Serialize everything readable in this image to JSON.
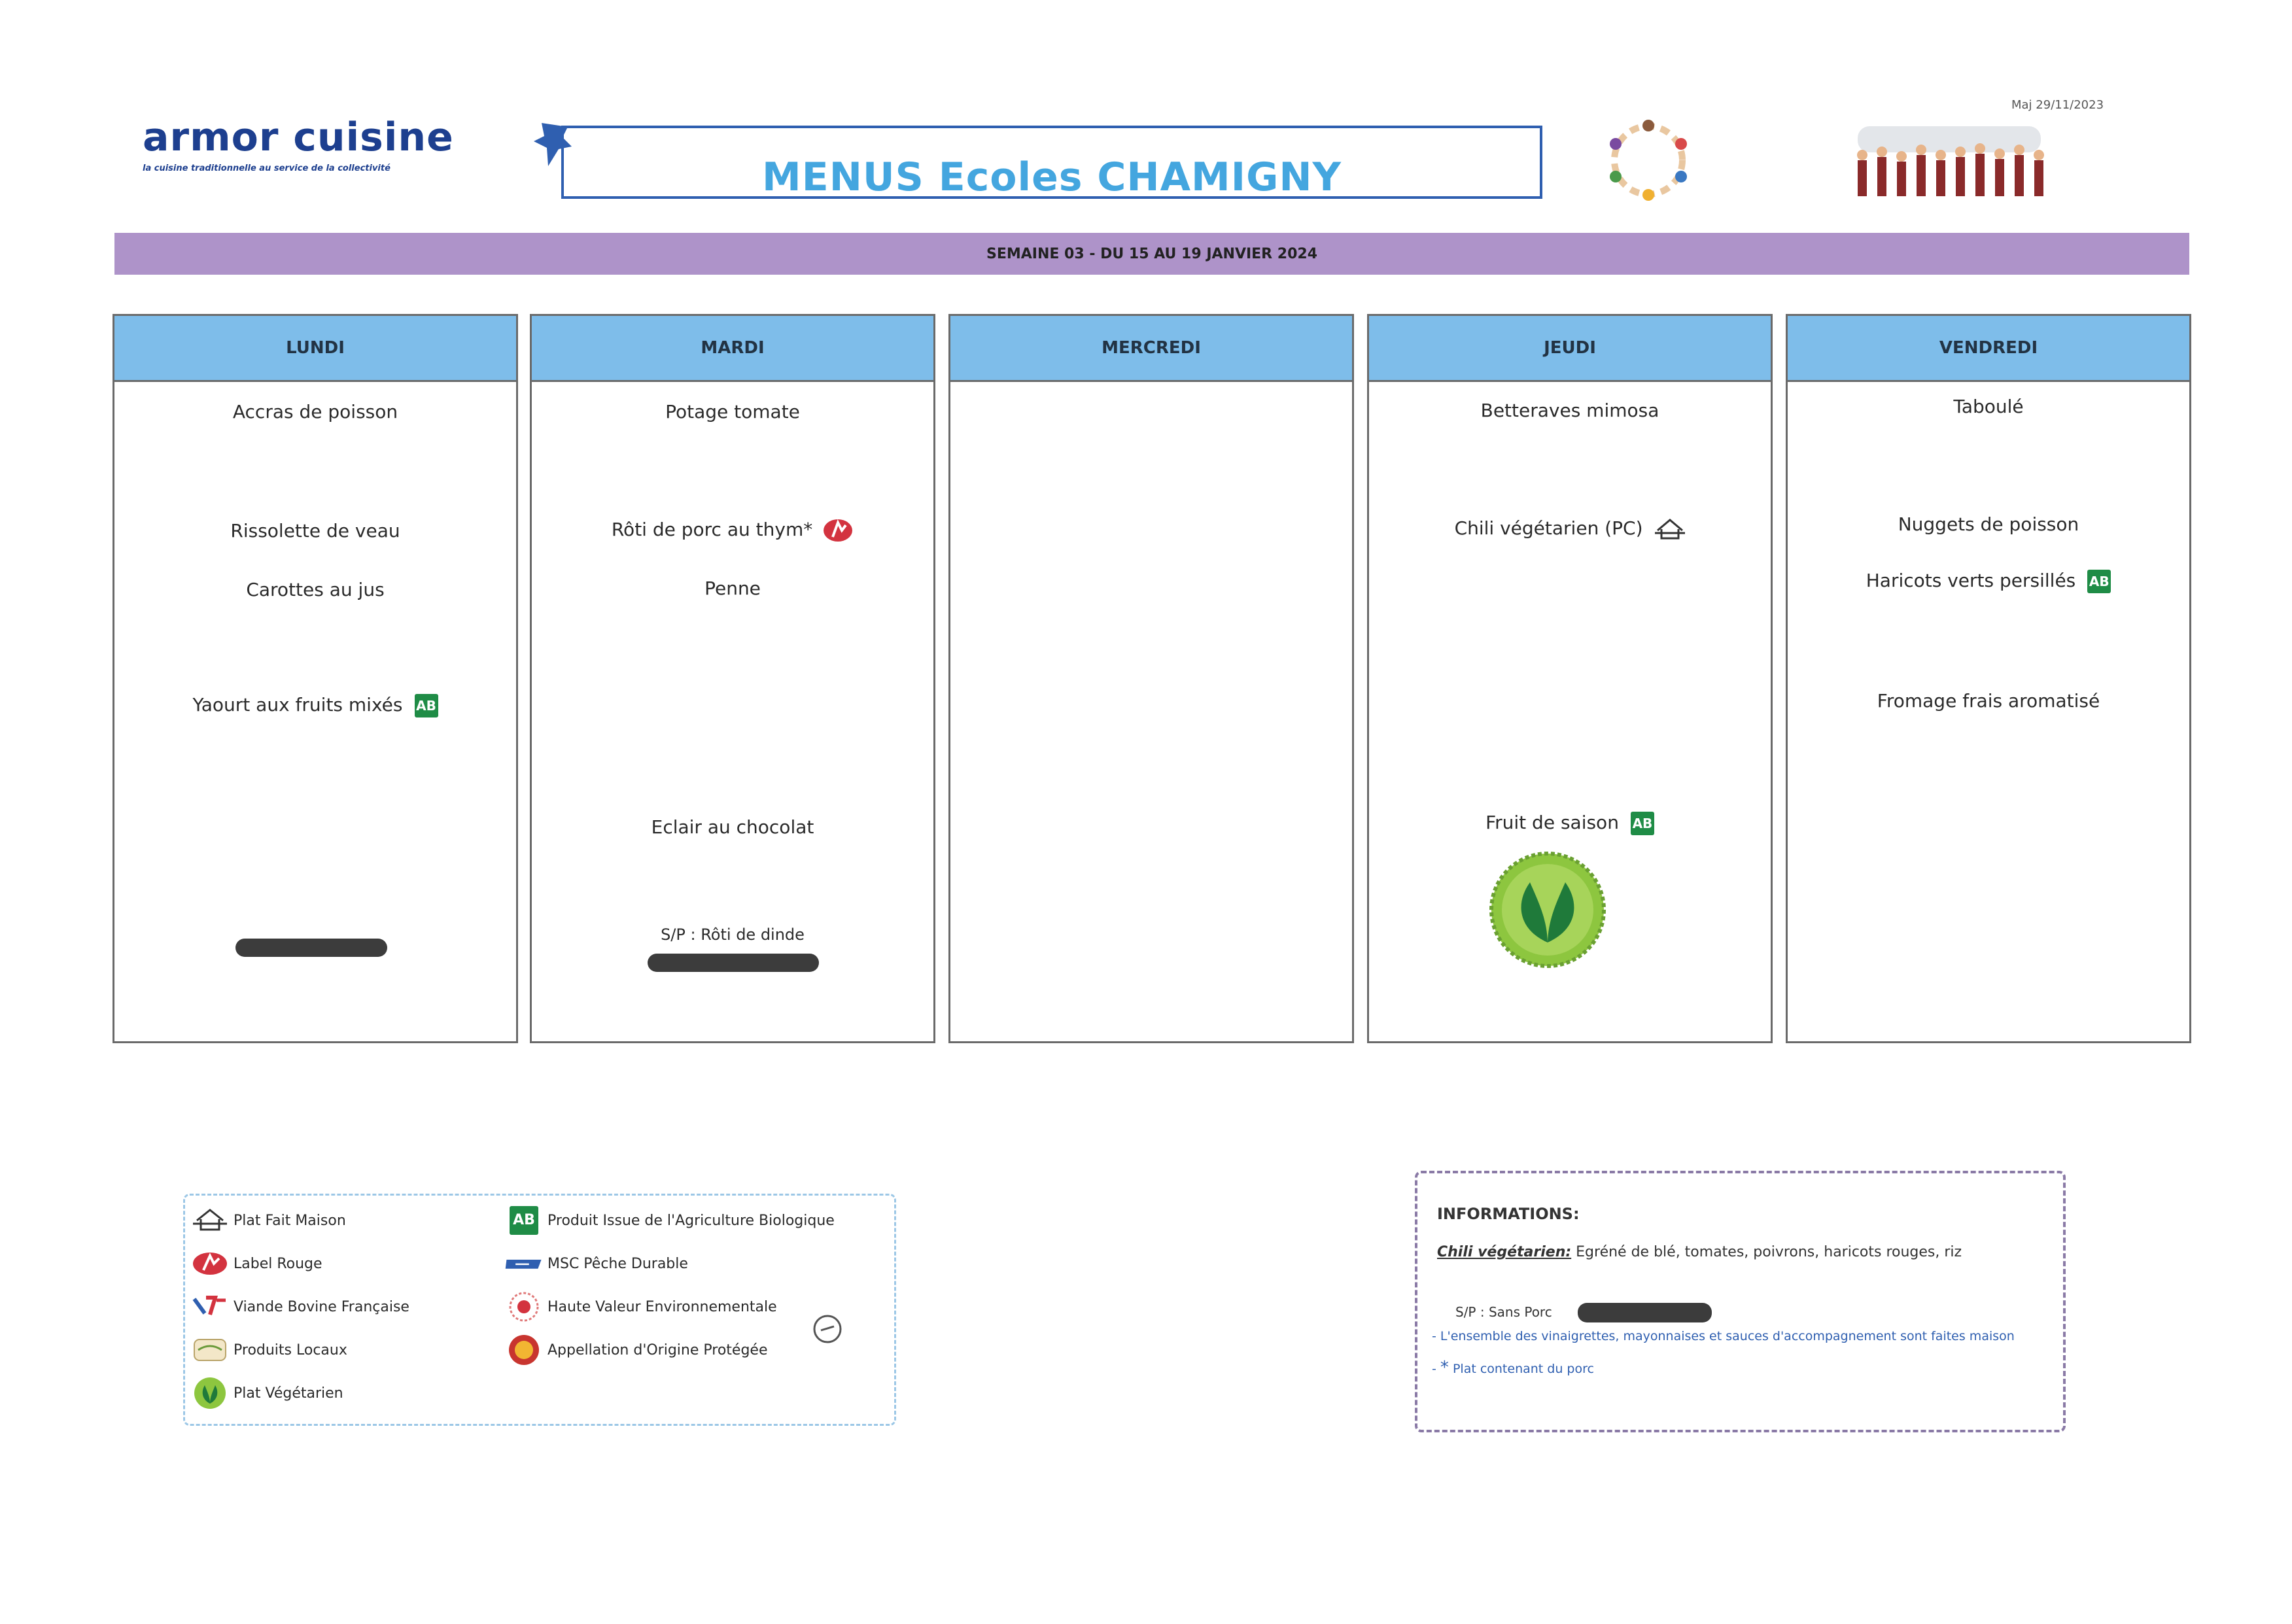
{
  "header": {
    "brand_name": "armor cuisine",
    "brand_tagline": "la cuisine traditionnelle au service de la collectivité",
    "title": "MENUS Ecoles CHAMIGNY",
    "update_date": "Maj 29/11/2023"
  },
  "week": {
    "label": "SEMAINE 03  - DU 15 AU 19 JANVIER 2024"
  },
  "days": [
    {
      "name": "LUNDI",
      "dishes": [
        "Accras  de poisson",
        "Rissolette de veau",
        "Carottes au jus",
        "Yaourt aux fruits mixés"
      ]
    },
    {
      "name": "MARDI",
      "dishes": [
        "Potage tomate",
        "Rôti de porc au thym*",
        "Penne",
        "Eclair au chocolat"
      ],
      "sp_note": "S/P  :  Rôti de dinde"
    },
    {
      "name": "MERCREDI",
      "dishes": []
    },
    {
      "name": "JEUDI",
      "dishes": [
        "Betteraves mimosa",
        "Chili végétarien (PC)",
        "Fruit de saison"
      ]
    },
    {
      "name": "VENDREDI",
      "dishes": [
        "Taboulé",
        "Nuggets de poisson",
        "Haricots verts persillés",
        "Fromage frais aromatisé"
      ]
    }
  ],
  "legend": {
    "items": [
      {
        "label": "Plat Fait Maison",
        "icon": "house-icon"
      },
      {
        "label": "Label Rouge",
        "icon": "label-rouge-icon"
      },
      {
        "label": "Viande Bovine Française",
        "icon": "viande-bovine-icon"
      },
      {
        "label": "Produits Locaux",
        "icon": "produits-locaux-icon"
      },
      {
        "label": "Plat Végétarien",
        "icon": "leaf-icon"
      },
      {
        "label": "Produit Issue de l'Agriculture Biologique",
        "icon": "ab-icon"
      },
      {
        "label": "MSC Pêche Durable",
        "icon": "msc-icon"
      },
      {
        "label": "Haute Valeur Environnementale",
        "icon": "hve-icon"
      },
      {
        "label": "Appellation d'Origine Protégée",
        "icon": "aop-icon"
      }
    ],
    "ab_mark": "AB"
  },
  "info": {
    "title": "INFORMATIONS:",
    "chili_label": "Chili végétarien:",
    "chili_text": " Egréné de blé, tomates, poivrons, haricots rouges, riz",
    "sp_text": "S/P : Sans Porc",
    "bullet1": "L'ensemble des vinaigrettes, mayonnaises et sauces d'accompagnement sont faites maison",
    "bullet2": "Plat contenant du porc",
    "bullet_mark": "-",
    "star_mark": "*"
  },
  "colors": {
    "banner": "#ae93c9",
    "day_header": "#7ebdea",
    "title_text": "#44a6df",
    "bio_green": "#1f8c46",
    "brand_blue": "#1d3f8f"
  }
}
